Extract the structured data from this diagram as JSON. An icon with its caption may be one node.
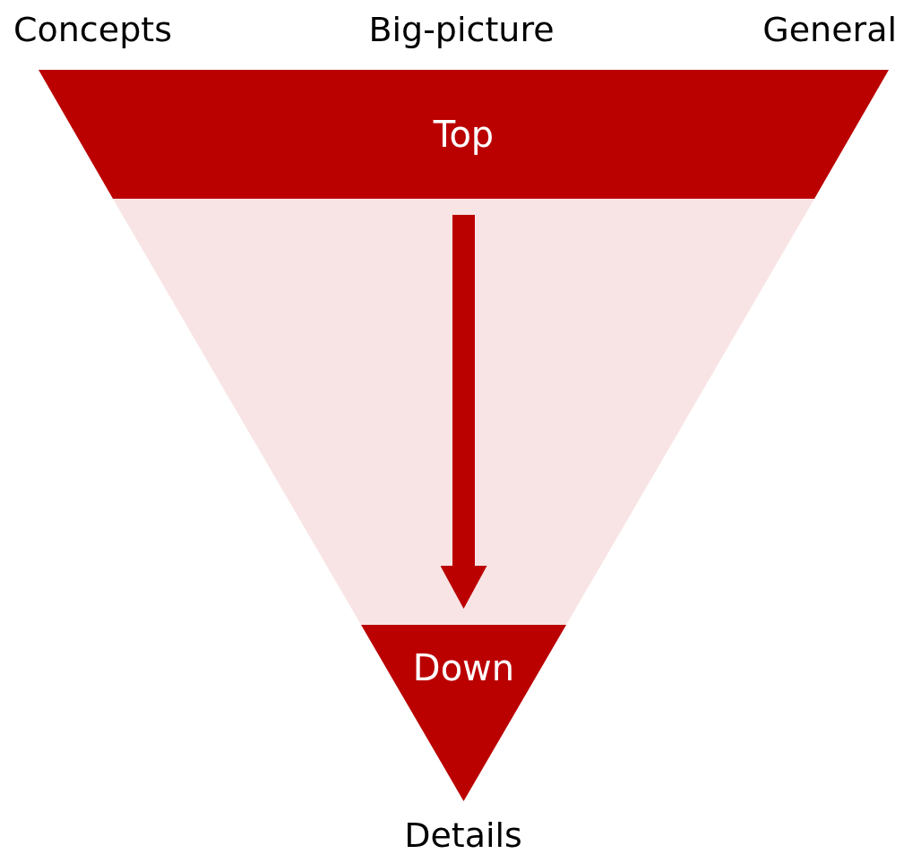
{
  "diagram": {
    "nodes": [
      {
        "text": [
          "Top"
        ],
        "beside": [
          "Concepts",
          "Big-picture",
          "General"
        ]
      },
      {
        "text": [
          "Down"
        ],
        "beside": [
          "Details"
        ]
      }
    ],
    "edges": [
      {
        "from": 0,
        "to": 1,
        "arrow": "to"
      }
    ]
  }
}
